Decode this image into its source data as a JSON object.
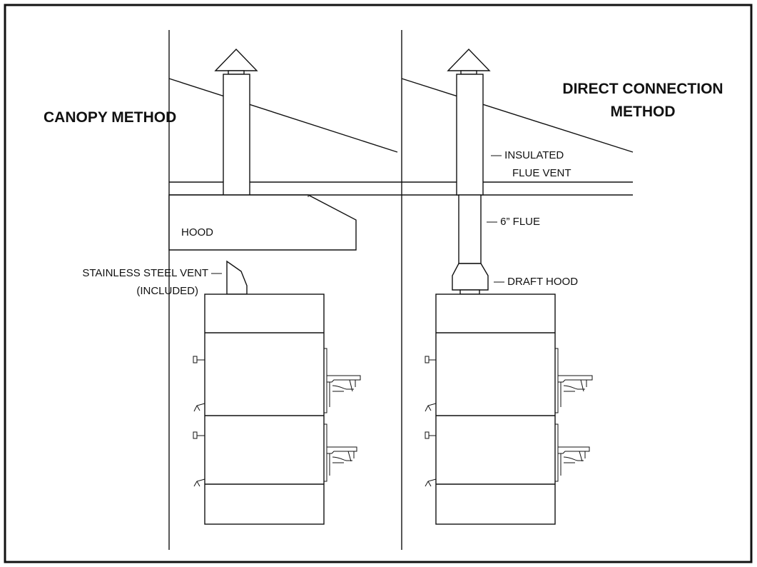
{
  "diagram": {
    "canopy": {
      "title": "CANOPY METHOD",
      "hood_label": "HOOD",
      "vent_label_line1": "STAINLESS STEEL VENT —",
      "vent_label_line2": "(INCLUDED)"
    },
    "direct": {
      "title_line1": "DIRECT CONNECTION",
      "title_line2": "METHOD",
      "insulated_line1": "—  INSULATED",
      "insulated_line2": "FLUE VENT",
      "flue_label": "—  6” FLUE",
      "draft_hood_label": "—  DRAFT HOOD"
    }
  }
}
